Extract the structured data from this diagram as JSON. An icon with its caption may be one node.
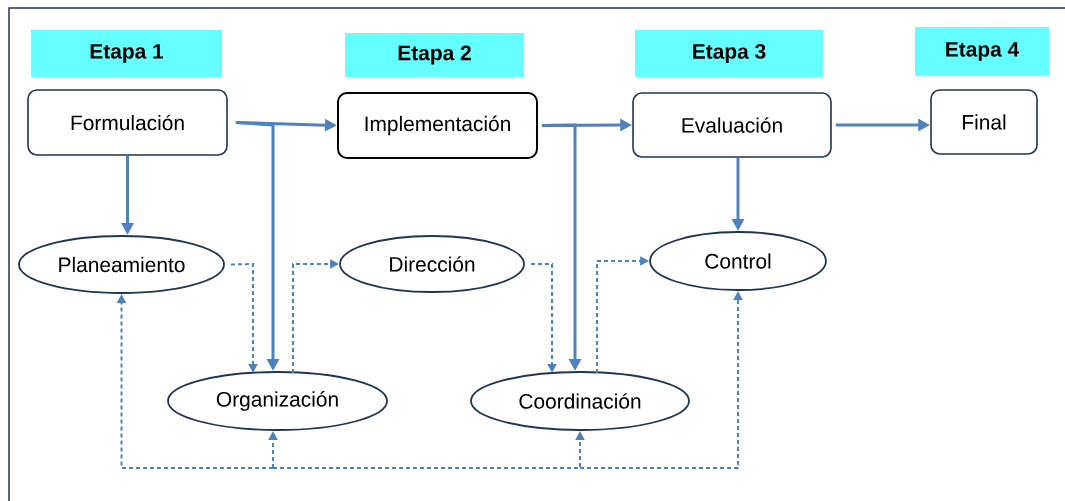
{
  "diagram": {
    "nodes": [
      {
        "text": [
          "Etapa 1"
        ]
      },
      {
        "text": [
          "Etapa 2"
        ]
      },
      {
        "text": [
          "Etapa 3"
        ]
      },
      {
        "text": [
          "Etapa 4"
        ]
      },
      {
        "text": [
          "Formulación"
        ]
      },
      {
        "text": [
          "Implementación"
        ]
      },
      {
        "text": [
          "Evaluación"
        ]
      },
      {
        "text": [
          "Final"
        ]
      },
      {
        "text": [
          "Planeamiento"
        ]
      },
      {
        "text": [
          "Dirección"
        ]
      },
      {
        "text": [
          "Control"
        ]
      },
      {
        "text": [
          "Organización"
        ]
      },
      {
        "text": [
          "Coordinación"
        ]
      }
    ],
    "edges": [
      {
        "from": 4,
        "to": 5,
        "arrow": "to"
      },
      {
        "from": 4,
        "to": 8,
        "arrow": "to"
      },
      {
        "from": 4,
        "to": 11,
        "arrow": "to"
      },
      {
        "from": 5,
        "to": 6,
        "arrow": "to"
      },
      {
        "from": 5,
        "to": 12,
        "arrow": "to"
      },
      {
        "from": 6,
        "to": 7,
        "arrow": "to"
      },
      {
        "from": 6,
        "to": 10,
        "arrow": "to"
      },
      {
        "from": 8,
        "to": 11,
        "arrow": "to",
        "style": "dashed"
      },
      {
        "from": 11,
        "to": 9,
        "arrow": "to",
        "style": "dashed"
      },
      {
        "from": 9,
        "to": 12,
        "arrow": "to",
        "style": "dashed"
      },
      {
        "from": 12,
        "to": 10,
        "arrow": "to",
        "style": "dashed"
      },
      {
        "from": null,
        "to": 8,
        "arrow": "to",
        "style": "dashed"
      },
      {
        "from": null,
        "to": 11,
        "arrow": "to",
        "style": "dashed"
      },
      {
        "from": null,
        "to": 12,
        "arrow": "to",
        "style": "dashed"
      },
      {
        "from": null,
        "to": 10,
        "arrow": "to",
        "style": "dashed"
      }
    ]
  }
}
